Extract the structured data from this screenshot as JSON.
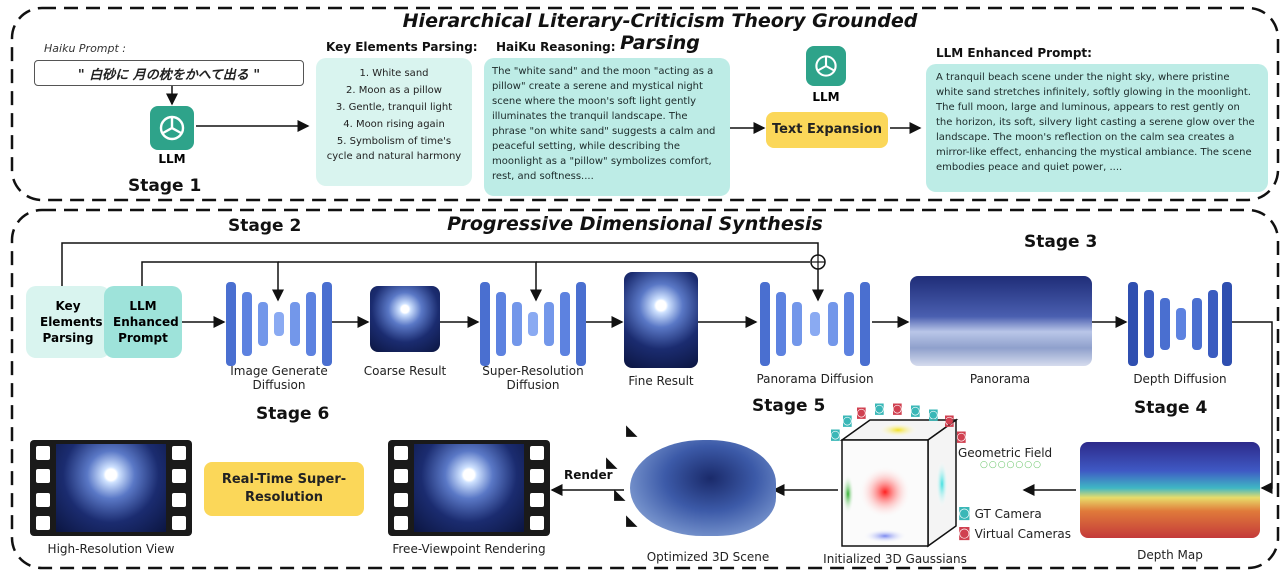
{
  "titles": {
    "top": "Hierarchical Literary-Criticism Theory Grounded Parsing",
    "middle": "Progressive Dimensional Synthesis"
  },
  "stage1": {
    "haiku_label": "Haiku Prompt :",
    "haiku_text": "\" 白砂に 月の枕をかへて出る \"",
    "llm": "LLM",
    "stage": "Stage 1",
    "key_head": "Key Elements Parsing:",
    "key_items": [
      "1. White sand",
      "2. Moon as a pillow",
      "3. Gentle, tranquil light",
      "4. Moon rising again",
      "5. Symbolism of time's",
      "cycle and natural harmony"
    ],
    "reason_head": "HaiKu Reasoning:",
    "reason_text": "The \"white sand\" and the moon \"acting as a pillow\" create a serene and mystical night scene where the moon's soft light gently illuminates the tranquil landscape. The phrase \"on white sand\" suggests a calm and peaceful setting, while describing the moonlight as a \"pillow\" symbolizes comfort, rest, and softness....",
    "llm2": "LLM",
    "text_expansion": "Text Expansion",
    "enh_head": "LLM Enhanced Prompt:",
    "enh_text": "A tranquil beach scene under the night sky, where pristine white sand stretches infinitely, softly glowing in the moonlight. The full moon, large and luminous, appears to rest gently on the horizon, its soft, silvery light casting a serene glow over the landscape. The moon's reflection on the calm sea creates a mirror-like effect, enhancing the mystical ambiance. The scene embodies peace and quiet power, ...."
  },
  "stage2": {
    "stage2": "Stage 2",
    "stage3": "Stage 3",
    "stage4": "Stage 4",
    "stage5": "Stage 5",
    "stage6": "Stage 6",
    "key_box": "Key Elements Parsing",
    "llm_box": "LLM Enhanced Prompt",
    "image_gen": "Image Generate Diffusion",
    "coarse": "Coarse Result",
    "super_res": "Super-Resolution Diffusion",
    "fine": "Fine Result",
    "panorama_diff": "Panorama Diffusion",
    "panorama": "Panorama",
    "depth_diff": "Depth Diffusion",
    "depth_map": "Depth Map",
    "init_gauss": "Initialized 3D Gaussians",
    "geo_field": "Geometric Field",
    "gt_camera": "GT Camera",
    "virtual_cameras": "Virtual Cameras",
    "opt_scene": "Optimized 3D Scene",
    "render": "Render",
    "free_view": "Free-Viewpoint Rendering",
    "realtime": "Real-Time Super-Resolution",
    "hires": "High-Resolution View"
  },
  "colors": {
    "teal_card": "#bdece6",
    "yellow": "#fbd759",
    "encoder_blue": "#4a6fd0",
    "gpt_green": "#2ea38a"
  }
}
